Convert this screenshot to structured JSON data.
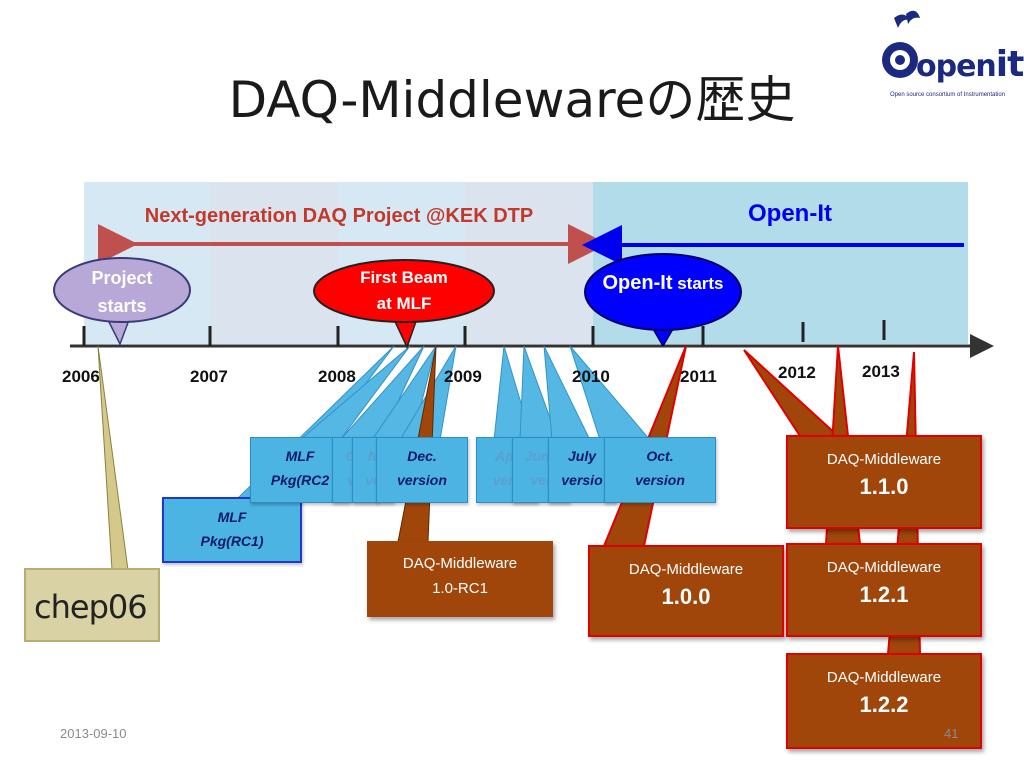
{
  "slide": {
    "title": "DAQ-Middlewareの歴史",
    "date": "2013-09-10",
    "page_number": "41"
  },
  "logo_openit": {
    "word_part1": "open",
    "word_part2": "it",
    "tagline": "Open source consortium of Instrumentation"
  },
  "logo_chep": {
    "text": "chep06"
  },
  "timeline": {
    "project_label": "Next-generation DAQ Project @KEK DTP",
    "openit_label": "Open-It",
    "years": [
      "2006",
      "2007",
      "2008",
      "2009",
      "2010",
      "2011",
      "2012",
      "2013"
    ]
  },
  "bubbles": {
    "project_starts": {
      "line1": "Project",
      "line2": "starts"
    },
    "first_beam": {
      "line1": "First Beam",
      "line2": "at MLF"
    },
    "openit_starts": {
      "bold": "Open-It",
      "normal": " starts"
    }
  },
  "versions": {
    "mlf_rc1": {
      "line1": "MLF",
      "line2": "Pkg(RC1)"
    },
    "mlf_rc2_partial": {
      "line1": "MLF",
      "line2": "Pkg(RC2"
    },
    "oct_partial": {
      "line1": "Oc",
      "line2": "ve"
    },
    "nov_partial": {
      "line1": "N",
      "line2": "ve"
    },
    "dec": {
      "line1": "Dec.",
      "line2": "version"
    },
    "apr_partial": {
      "line1": "Apr",
      "line2": "vers"
    },
    "june_partial": {
      "line1": "June",
      "line2": "ver"
    },
    "july": {
      "line1": "July",
      "line2": "versio"
    },
    "oct": {
      "line1": "Oct.",
      "line2": "version"
    },
    "rc1": {
      "line1": "DAQ-Middleware",
      "line2": "1.0-RC1"
    },
    "v100": {
      "line1": "DAQ-Middleware",
      "line2": "1.0.0"
    },
    "v110": {
      "line1": "DAQ-Middleware",
      "line2": "1.1.0"
    },
    "v121": {
      "line1": "DAQ-Middleware",
      "line2": "1.2.1"
    },
    "v122": {
      "line1": "DAQ-Middleware",
      "line2": "1.2.2"
    }
  },
  "colors": {
    "project_text": "#c0392b",
    "openit_text": "#0000ee",
    "band_light": "#d6e8f3",
    "band_openit": "#b2dcea",
    "bubble_purple": "#b8a8d8",
    "bubble_red": "#ff0000",
    "bubble_blue": "#0000ff",
    "version_blue": "#4cb4e2",
    "version_brown": "#a0460a"
  }
}
